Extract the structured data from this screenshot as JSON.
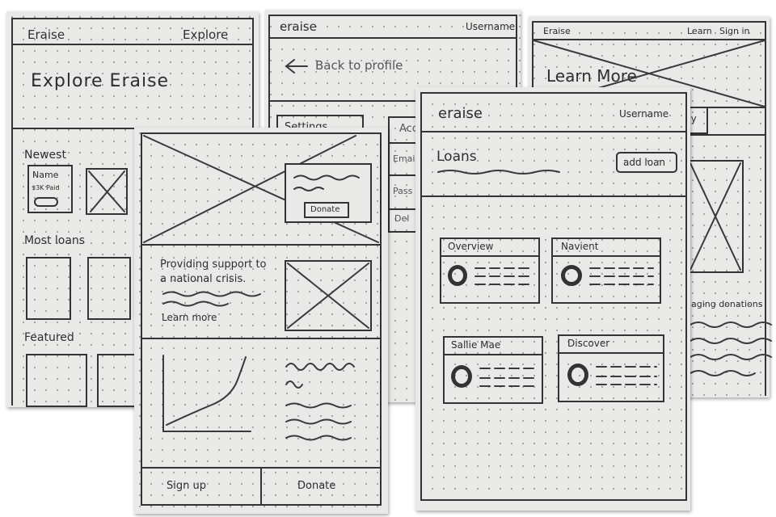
{
  "explore_sheet": {
    "brand": "Eraise",
    "nav_explore": "Explore",
    "heading": "Explore Eraise",
    "section_newest": "Newest",
    "card_name": "Name",
    "card_amount": "$3K Paid",
    "section_most_loans": "Most loans",
    "section_featured": "Featured"
  },
  "settings_sheet": {
    "brand": "eraise",
    "username": "Username",
    "back_link": "Back to profile",
    "tab_settings": "Settings",
    "tab_account": "Acc",
    "field_email": "Emai",
    "field_password": "Pass",
    "delete": "Del"
  },
  "landing_sheet": {
    "brand": "Eraise",
    "nav_learn": "Learn",
    "nav_sign_in": "Sign in",
    "hero_title": "Learn More",
    "tab_fragment": "cy",
    "section_fragment": "naging donations"
  },
  "home_sheet": {
    "hero_button": "Donate",
    "tagline_line1": "Providing support to",
    "tagline_line2": "a national crisis.",
    "learn_more": "Learn more",
    "footer_sign_up": "Sign up",
    "footer_donate": "Donate"
  },
  "loans_sheet": {
    "brand": "eraise",
    "username": "Username",
    "title": "Loans",
    "add_loan": "add loan",
    "cards": [
      {
        "name": "Overview"
      },
      {
        "name": "Navient"
      },
      {
        "name": "Sallie Mae"
      },
      {
        "name": "Discover"
      }
    ]
  }
}
